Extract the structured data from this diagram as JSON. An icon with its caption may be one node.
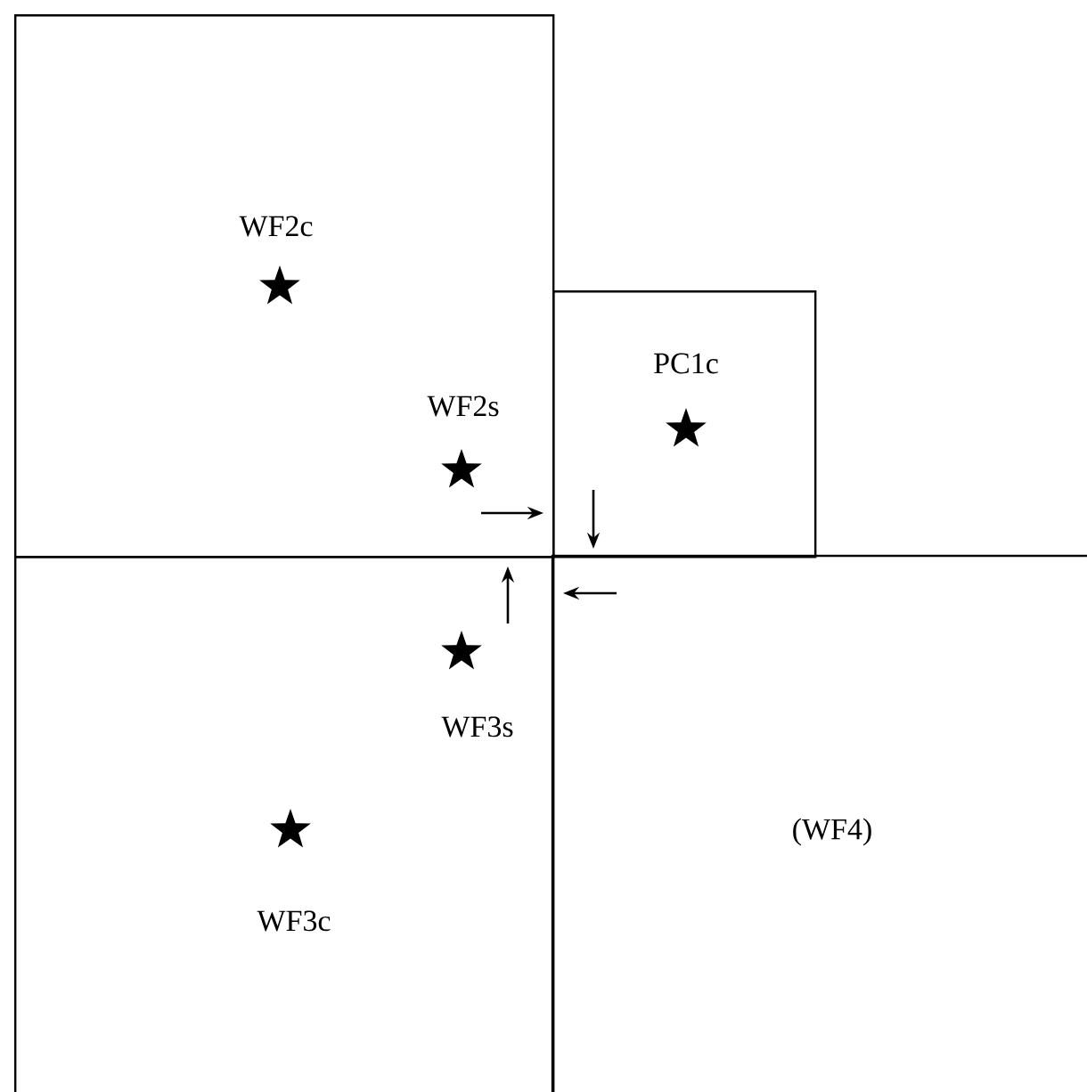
{
  "diagram": {
    "nodes": [
      {
        "text": [
          "WF2c",
          "WF2s"
        ]
      },
      {
        "text": [
          "PC1c"
        ]
      },
      {
        "text": [
          "WF3s",
          "WF3c"
        ]
      },
      {
        "text": [
          "(WF4)"
        ]
      }
    ]
  }
}
